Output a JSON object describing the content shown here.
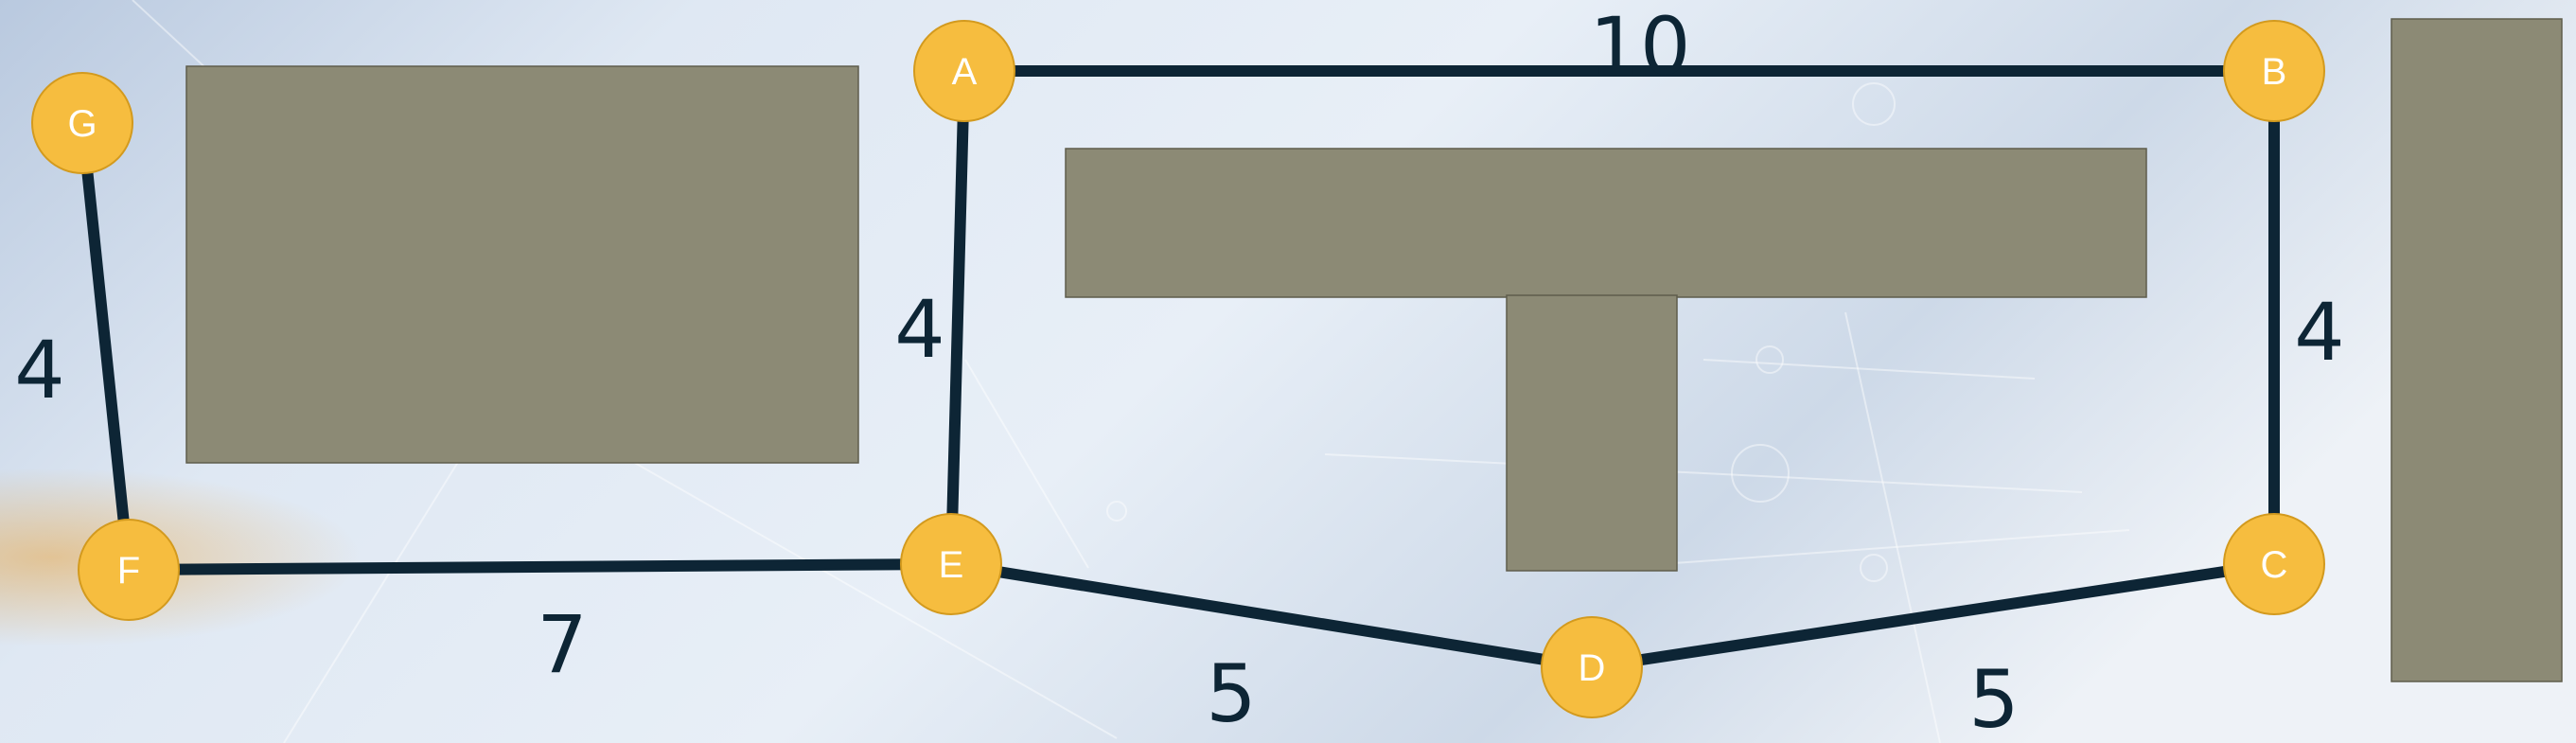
{
  "colors": {
    "edge": "#0d2535",
    "node_fill": "#f6bd3f",
    "node_stroke": "#d39a1e",
    "node_text": "#ffffff",
    "block_fill": "#8c8a75",
    "block_stroke": "#5f5d4c",
    "weight_text": "#0d2535",
    "background_light": "#e9f0f8",
    "background_dark": "#7d94b6"
  },
  "graph": {
    "nodes": [
      {
        "id": "A",
        "label": "A"
      },
      {
        "id": "B",
        "label": "B"
      },
      {
        "id": "C",
        "label": "C"
      },
      {
        "id": "D",
        "label": "D"
      },
      {
        "id": "E",
        "label": "E"
      },
      {
        "id": "F",
        "label": "F"
      },
      {
        "id": "G",
        "label": "G"
      }
    ],
    "edges": [
      {
        "from": "A",
        "to": "B",
        "weight": "10"
      },
      {
        "from": "B",
        "to": "C",
        "weight": "4"
      },
      {
        "from": "C",
        "to": "D",
        "weight": "5"
      },
      {
        "from": "D",
        "to": "E",
        "weight": "5"
      },
      {
        "from": "E",
        "to": "A",
        "weight": "4"
      },
      {
        "from": "E",
        "to": "F",
        "weight": "7"
      },
      {
        "from": "F",
        "to": "G",
        "weight": "4"
      }
    ]
  }
}
